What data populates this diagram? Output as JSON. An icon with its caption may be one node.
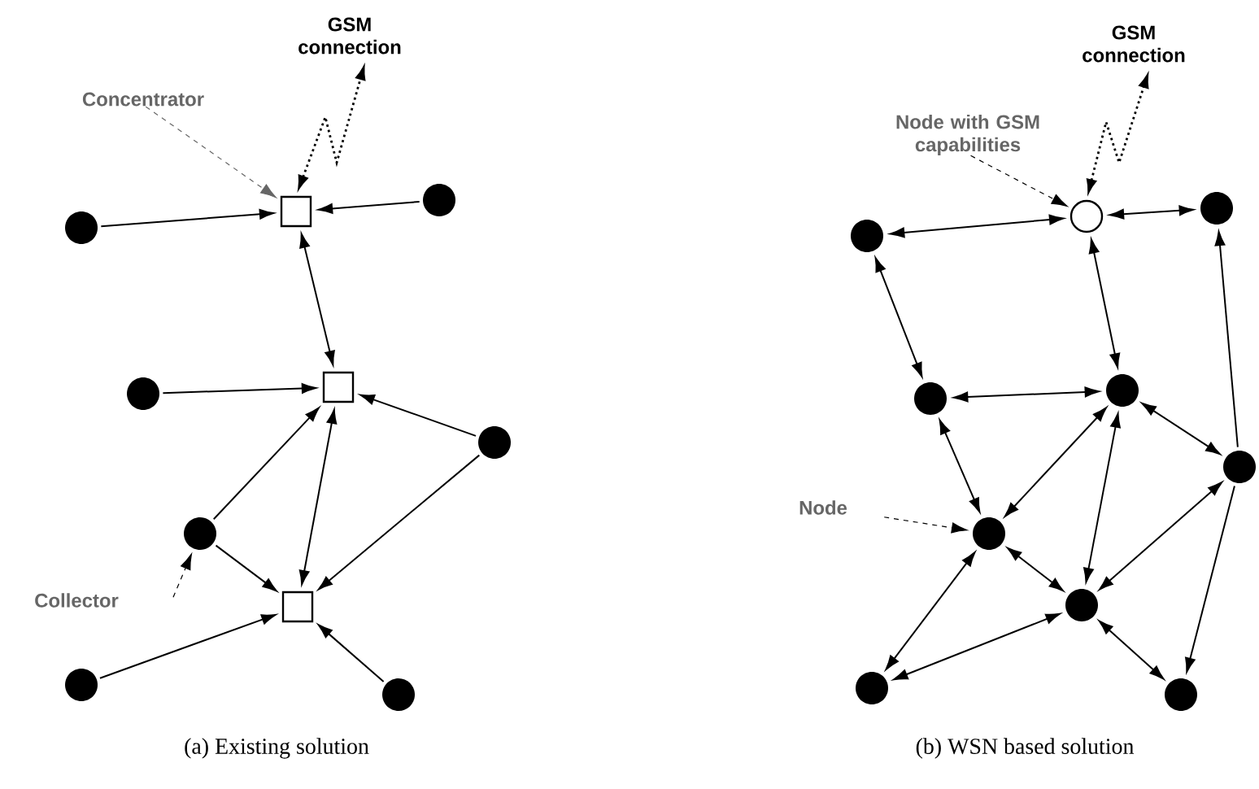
{
  "diagram": {
    "nodes": [
      {
        "text": [
          "GSM connection"
        ]
      },
      {
        "text": [
          "Concentrator"
        ]
      },
      {
        "text": [],
        "shape": "box"
      },
      {
        "text": [],
        "shape": "dot"
      },
      {
        "text": [],
        "shape": "dot"
      },
      {
        "text": [],
        "shape": "dot"
      },
      {
        "text": [],
        "shape": "box"
      },
      {
        "text": [],
        "shape": "dot"
      },
      {
        "text": [],
        "shape": "dot"
      },
      {
        "text": [
          "Collector"
        ]
      },
      {
        "text": [],
        "shape": "box"
      },
      {
        "text": [],
        "shape": "dot"
      },
      {
        "text": [],
        "shape": "dot"
      },
      {
        "text": [
          "GSM connection"
        ]
      },
      {
        "text": [
          "Node with GSM capabilities"
        ]
      },
      {
        "text": [],
        "shape": "circle"
      },
      {
        "text": [],
        "shape": "dot"
      },
      {
        "text": [],
        "shape": "dot"
      },
      {
        "text": [],
        "shape": "dot"
      },
      {
        "text": [],
        "shape": "dot"
      },
      {
        "text": [],
        "shape": "dot"
      },
      {
        "text": [
          "Node"
        ]
      },
      {
        "text": [],
        "shape": "dot"
      },
      {
        "text": [],
        "shape": "dot"
      },
      {
        "text": [],
        "shape": "dot"
      },
      {
        "text": [],
        "shape": "dot"
      }
    ],
    "edges": [
      {
        "from": 2,
        "to": 0,
        "arrow": "both",
        "style": "dashed"
      },
      {
        "from": 1,
        "to": 2,
        "arrow": "to",
        "style": "dashed",
        "color": "#666666"
      },
      {
        "from": 3,
        "to": 2,
        "arrow": "to"
      },
      {
        "from": 4,
        "to": 2,
        "arrow": "to"
      },
      {
        "from": 2,
        "to": 6,
        "arrow": "both"
      },
      {
        "from": 5,
        "to": 6,
        "arrow": "to"
      },
      {
        "from": 8,
        "to": 6,
        "arrow": "to"
      },
      {
        "from": 7,
        "to": 6,
        "arrow": "to"
      },
      {
        "from": 9,
        "to": 8,
        "arrow": "to",
        "style": "dashed"
      },
      {
        "from": 8,
        "to": 10,
        "arrow": "to"
      },
      {
        "from": 7,
        "to": 10,
        "arrow": "to"
      },
      {
        "from": 6,
        "to": 10,
        "arrow": "both"
      },
      {
        "from": 11,
        "to": 10,
        "arrow": "to"
      },
      {
        "from": 12,
        "to": 10,
        "arrow": "to"
      },
      {
        "from": 15,
        "to": 13,
        "arrow": "both",
        "style": "dashed"
      },
      {
        "from": 14,
        "to": 15,
        "arrow": "to",
        "style": "dashed"
      },
      {
        "from": 15,
        "to": 16,
        "arrow": "both"
      },
      {
        "from": 15,
        "to": 17,
        "arrow": "both"
      },
      {
        "from": 15,
        "to": 19,
        "arrow": "both"
      },
      {
        "from": 16,
        "to": 18,
        "arrow": "both"
      },
      {
        "from": 18,
        "to": 19,
        "arrow": "both"
      },
      {
        "from": 20,
        "to": 17,
        "arrow": "to"
      },
      {
        "from": 19,
        "to": 20,
        "arrow": "both"
      },
      {
        "from": 18,
        "to": 22,
        "arrow": "both"
      },
      {
        "from": 19,
        "to": 22,
        "arrow": "both"
      },
      {
        "from": 19,
        "to": 23,
        "arrow": "both"
      },
      {
        "from": 20,
        "to": 23,
        "arrow": "both"
      },
      {
        "from": 21,
        "to": 22,
        "arrow": "to",
        "style": "dashed"
      },
      {
        "from": 22,
        "to": 23,
        "arrow": "both"
      },
      {
        "from": 22,
        "to": 24,
        "arrow": "both"
      },
      {
        "from": 23,
        "to": 24,
        "arrow": "both"
      },
      {
        "from": 23,
        "to": 25,
        "arrow": "both"
      },
      {
        "from": 20,
        "to": 25,
        "arrow": "to"
      }
    ],
    "labels": [
      "(a) Existing solution",
      "(b) WSN based solution"
    ]
  }
}
